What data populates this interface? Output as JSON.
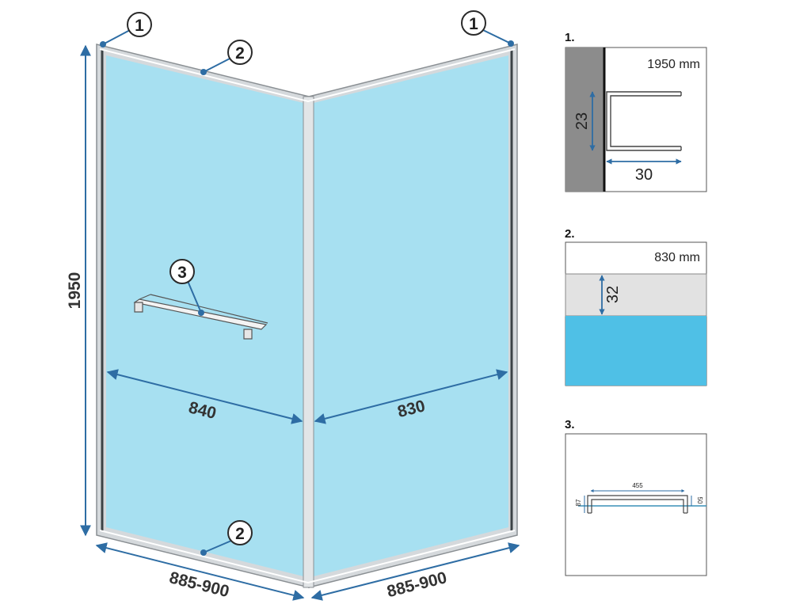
{
  "main": {
    "callouts": {
      "n1": "1",
      "n2": "2",
      "n3": "3"
    },
    "dims": {
      "height": "1950",
      "left_inner": "840",
      "right_inner": "830",
      "left_range": "885-900",
      "right_range": "885-900"
    }
  },
  "details": {
    "d1": {
      "heading": "1.",
      "label": "1950 mm",
      "depth": "23",
      "width": "30"
    },
    "d2": {
      "heading": "2.",
      "label": "830 mm",
      "height": "32"
    },
    "d3": {
      "heading": "3.",
      "width": "455",
      "left_h": "87",
      "right_h": "50"
    }
  },
  "colors": {
    "glass": "#a7e0f1",
    "frame": "#c9cdd0",
    "dim": "#2e6da4",
    "wall": "#8c8c8c",
    "profile_blue": "#4fc0e6"
  }
}
